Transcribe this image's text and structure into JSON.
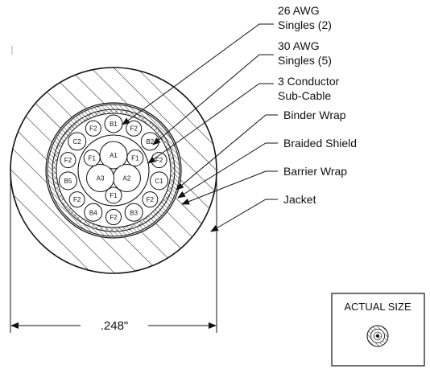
{
  "callouts": [
    {
      "id": "awg26",
      "lines": [
        "26 AWG",
        "Singles (2)"
      ]
    },
    {
      "id": "awg30",
      "lines": [
        "30 AWG",
        "Singles (5)"
      ]
    },
    {
      "id": "subcable",
      "lines": [
        "3 Conductor",
        "Sub-Cable"
      ]
    },
    {
      "id": "binder",
      "lines": [
        "Binder Wrap"
      ]
    },
    {
      "id": "braid",
      "lines": [
        "Braided Shield"
      ]
    },
    {
      "id": "barrier",
      "lines": [
        "Barrier Wrap"
      ]
    },
    {
      "id": "jacket",
      "lines": [
        "Jacket"
      ]
    }
  ],
  "conductors": {
    "ring": [
      "B1",
      "F2",
      "B2",
      "F2",
      "C1",
      "F2",
      "B3",
      "F2",
      "B4",
      "F2",
      "B5",
      "F2",
      "C2",
      "F2"
    ],
    "subcable": [
      "A1",
      "A2",
      "A3"
    ],
    "fillers": [
      "F1",
      "F1",
      "F1"
    ]
  },
  "dimension": {
    "label": ".248\""
  },
  "actual_size": {
    "label": "ACTUAL SIZE"
  }
}
